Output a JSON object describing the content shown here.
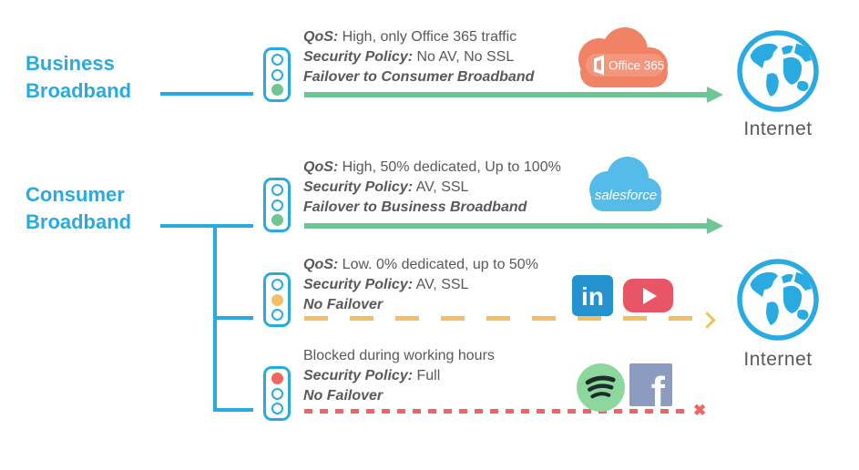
{
  "palette": {
    "cyan": "#29ABE2",
    "text_gray": "#58595B",
    "green": "#71C493",
    "yellow": "#F5BE62",
    "red": "#EF6561",
    "office_orange": "#F08266",
    "office_pill": "#F2977E",
    "salesforce_blue": "#55BCEA",
    "linkedin_blue": "#2392CE",
    "youtube_red": "#E85566",
    "spotify_green": "#8CD79E",
    "spotify_bars": "#1D2C28",
    "facebook_blue": "#8C9CC0"
  },
  "links": {
    "business": {
      "label": "Business Broadband"
    },
    "consumer": {
      "label": "Consumer Broadband"
    }
  },
  "internet": {
    "label": "Internet"
  },
  "flows": [
    {
      "name": "business-office365",
      "lines": [
        {
          "em": "QoS:",
          "rest": " High, only Office 365 traffic"
        },
        {
          "em": "Security Policy:",
          "rest": " No AV, No SSL"
        },
        {
          "em": "Failover to Consumer Broadband",
          "rest": ""
        }
      ],
      "light": [
        "off",
        "off",
        "green"
      ],
      "arrow": {
        "type": "solid",
        "color": "green"
      },
      "apps": [
        {
          "icon": "office365-icon",
          "label": "Office 365"
        }
      ]
    },
    {
      "name": "consumer-salesforce",
      "lines": [
        {
          "em": "QoS:",
          "rest": " High, 50% dedicated, Up to 100%"
        },
        {
          "em": "Security Policy:",
          "rest": " AV, SSL"
        },
        {
          "em": "Failover to Business Broadband",
          "rest": ""
        }
      ],
      "light": [
        "off",
        "off",
        "green"
      ],
      "arrow": {
        "type": "solid",
        "color": "green"
      },
      "apps": [
        {
          "icon": "salesforce-icon",
          "label": "salesforce"
        }
      ]
    },
    {
      "name": "consumer-social",
      "lines": [
        {
          "em": "QoS:",
          "rest": " Low. 0% dedicated, up to 50%"
        },
        {
          "em": "Security Policy:",
          "rest": " AV, SSL"
        },
        {
          "em": "No Failover",
          "rest": ""
        }
      ],
      "light": [
        "off",
        "yellow",
        "off"
      ],
      "arrow": {
        "type": "dashed",
        "color": "yellow"
      },
      "apps": [
        {
          "icon": "linkedin-icon",
          "label": "in"
        },
        {
          "icon": "youtube-icon",
          "label": ""
        }
      ]
    },
    {
      "name": "consumer-blocked",
      "lines": [
        {
          "em": "",
          "rest": "Blocked during working hours"
        },
        {
          "em": "Security Policy:",
          "rest": " Full"
        },
        {
          "em": "No Failover",
          "rest": ""
        }
      ],
      "light": [
        "red",
        "off",
        "off"
      ],
      "arrow": {
        "type": "dotted",
        "color": "red",
        "end_glyph": "✖"
      },
      "apps": [
        {
          "icon": "spotify-icon",
          "label": ""
        },
        {
          "icon": "facebook-icon",
          "label": "f"
        }
      ]
    }
  ]
}
